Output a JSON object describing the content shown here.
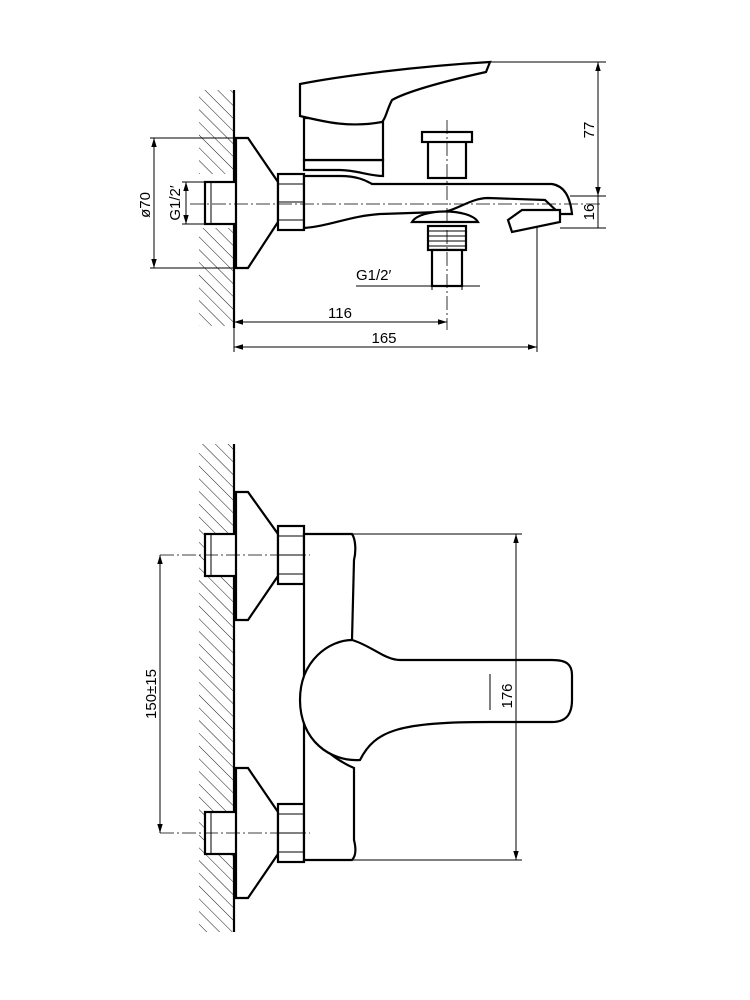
{
  "drawing": {
    "side_view": {
      "dimensions": {
        "flange_diameter": "ø70",
        "inlet_thread": "G1/2′",
        "outlet_thread": "G1/2′",
        "height_to_top": "77",
        "spout_height": "16",
        "outlet_distance": "116",
        "total_projection": "165"
      }
    },
    "front_view": {
      "dimensions": {
        "inlet_spacing": "150±15",
        "body_height": "176"
      }
    }
  }
}
